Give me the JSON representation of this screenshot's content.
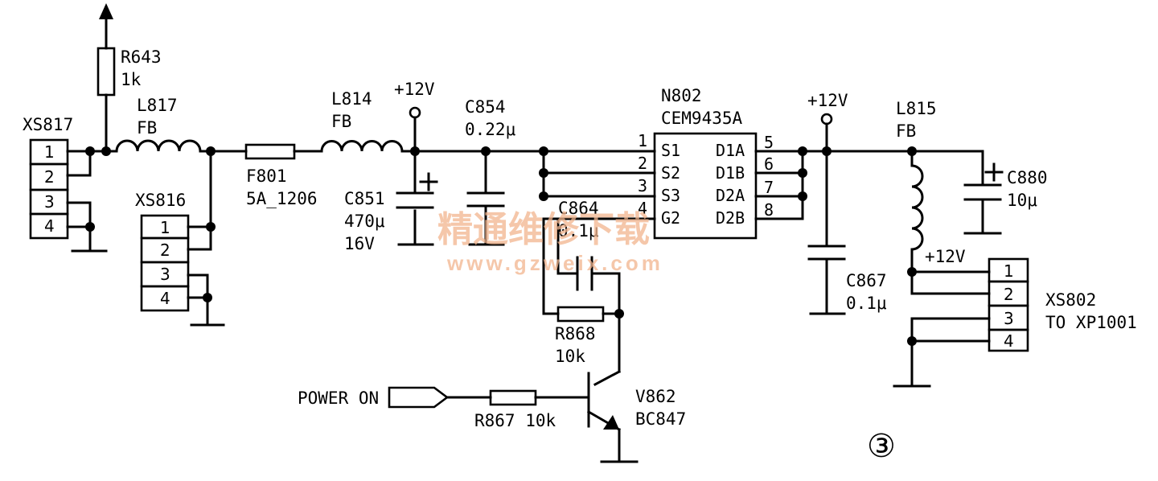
{
  "labels": {
    "r643_ref": "R643",
    "r643_val": "1k",
    "l817_ref": "L817",
    "l817_val": "FB",
    "xs817_ref": "XS817",
    "xs816_ref": "XS816",
    "f801_ref": "F801",
    "f801_val": "5A_1206",
    "l814_ref": "L814",
    "l814_val": "FB",
    "vcc_a": "+12V",
    "c851_ref": "C851",
    "c851_val": "470μ",
    "c851_volt": "16V",
    "c854_ref": "C854",
    "c854_val": "0.22μ",
    "n802_ref": "N802",
    "n802_part": "CEM9435A",
    "c864_ref": "C864",
    "c864_val": "0.1μ",
    "r868_ref": "R868",
    "r868_val": "10k",
    "power_on": "POWER ON",
    "r867": "R867 10k",
    "v862_ref": "V862",
    "v862_part": "BC847",
    "vcc_b": "+12V",
    "c867_ref": "C867",
    "c867_val": "0.1μ",
    "l815_ref": "L815",
    "l815_val": "FB",
    "c880_ref": "C880",
    "c880_val": "10μ",
    "vcc_c": "+12V",
    "xs802_ref": "XS802",
    "xs802_dest": "TO XP1001",
    "figure_number": "③"
  },
  "ic_pins": {
    "left": [
      {
        "num": "1",
        "name": "S1"
      },
      {
        "num": "2",
        "name": "S2"
      },
      {
        "num": "3",
        "name": "S3"
      },
      {
        "num": "4",
        "name": "G2"
      }
    ],
    "right": [
      {
        "name": "D1A",
        "num": "5"
      },
      {
        "name": "D1B",
        "num": "6"
      },
      {
        "name": "D2A",
        "num": "7"
      },
      {
        "name": "D2B",
        "num": "8"
      }
    ]
  },
  "connectors": {
    "xs817": [
      "1",
      "2",
      "3",
      "4"
    ],
    "xs816": [
      "1",
      "2",
      "3",
      "4"
    ],
    "xs802": [
      "1",
      "2",
      "3",
      "4"
    ]
  },
  "watermark": {
    "line1": "精通维修下载",
    "line2": "www.gzweix.com"
  },
  "colors": {
    "ink": "#000000",
    "watermark": "#f2b48e",
    "background": "#ffffff"
  }
}
